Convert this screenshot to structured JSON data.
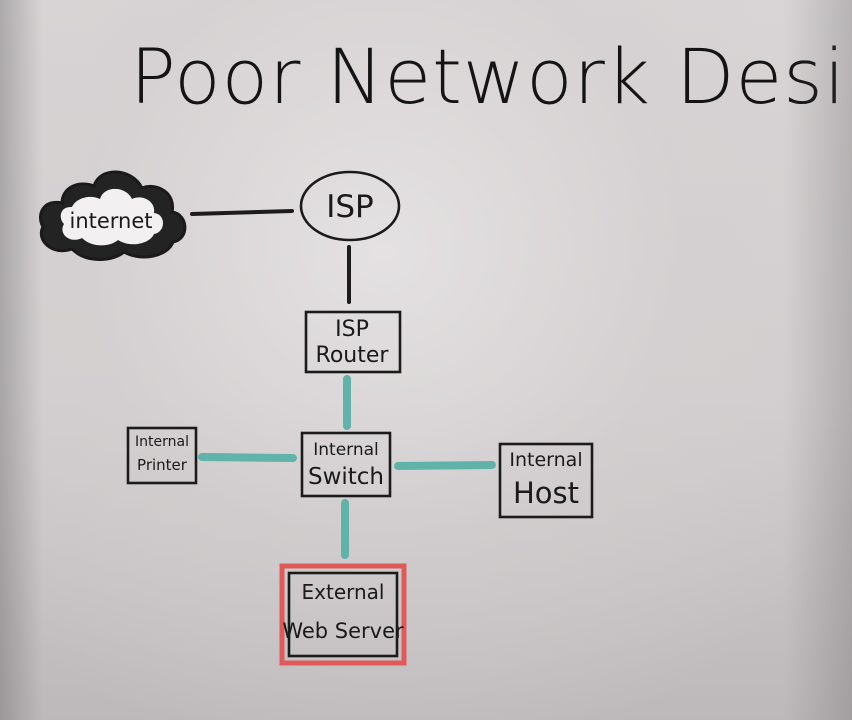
{
  "diagram": {
    "title": "Poor Network Design",
    "nodes": {
      "internet": {
        "label": "internet"
      },
      "isp": {
        "label": "ISP"
      },
      "isp_router": {
        "line1": "ISP",
        "line2": "Router"
      },
      "switch": {
        "line1": "Internal",
        "line2": "Switch"
      },
      "printer": {
        "line1": "Internal",
        "line2": "Printer"
      },
      "host": {
        "line1": "Internal",
        "line2": "Host"
      },
      "web_server": {
        "line1": "External",
        "line2": "Web Server"
      }
    },
    "colors": {
      "ink": "#1b1b1b",
      "lan_link": "#5fb3a8",
      "highlight": "#e05a5a"
    }
  }
}
